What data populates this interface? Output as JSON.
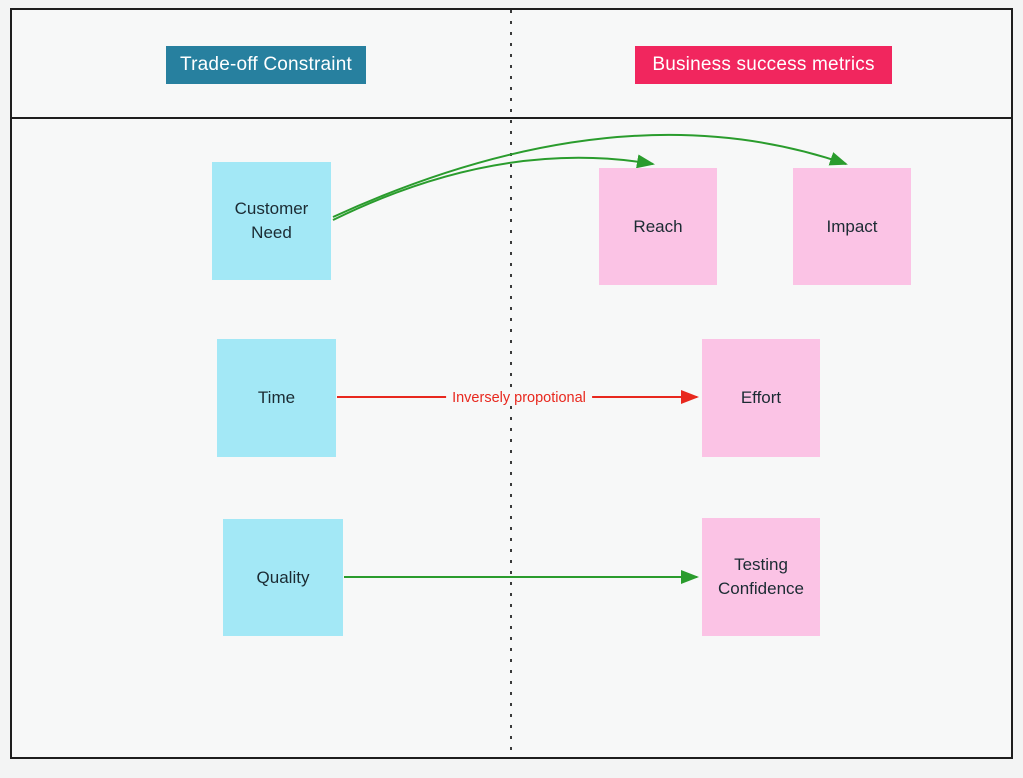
{
  "diagram": {
    "headers": {
      "left": {
        "label": "Trade-off Constraint",
        "bg": "#27809f"
      },
      "right": {
        "label": "Business success metrics",
        "bg": "#f1265e"
      }
    },
    "left_nodes": [
      {
        "label": "Customer Need"
      },
      {
        "label": "Time"
      },
      {
        "label": "Quality"
      }
    ],
    "right_nodes": [
      {
        "label": "Reach"
      },
      {
        "label": "Impact"
      },
      {
        "label": "Effort"
      },
      {
        "label": "Testing Confidence"
      }
    ],
    "edges": [
      {
        "from": "Customer Need",
        "to": "Reach",
        "color": "#2a9c2d",
        "label": ""
      },
      {
        "from": "Customer Need",
        "to": "Impact",
        "color": "#2a9c2d",
        "label": ""
      },
      {
        "from": "Time",
        "to": "Effort",
        "color": "#e8281e",
        "label": "Inversely propotional"
      },
      {
        "from": "Quality",
        "to": "Testing Confidence",
        "color": "#2a9c2d",
        "label": ""
      }
    ],
    "colors": {
      "left_node_bg": "#a3e8f6",
      "right_node_bg": "#fbc3e5",
      "green_arrow": "#2a9c2d",
      "red_arrow": "#e8281e",
      "canvas_bg": "#f7f8f8",
      "border": "#1e1e1e"
    }
  }
}
